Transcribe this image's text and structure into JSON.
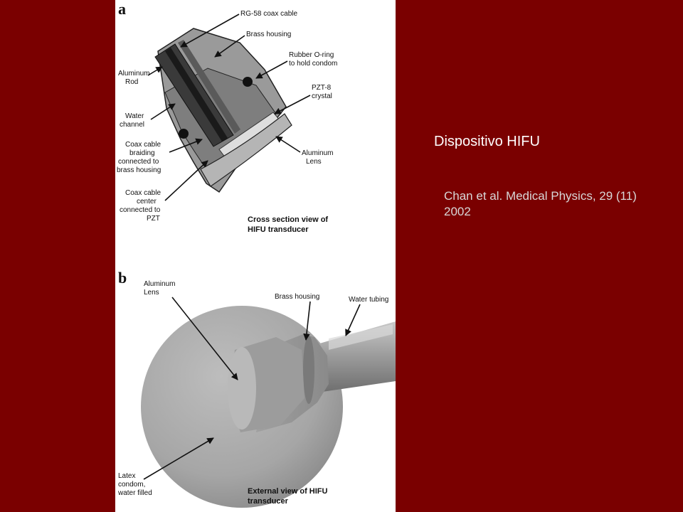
{
  "slide": {
    "title": "Dispositivo HIFU",
    "citation": "Chan et al. Medical Physics, 29 (11) 2002"
  },
  "figure": {
    "panel_a": {
      "letter": "a",
      "labels": {
        "rg58": "RG-58 coax cable",
        "brass": "Brass housing",
        "oring_1": "Rubber O-ring",
        "oring_2": "to hold condom",
        "alrod_1": "Aluminum",
        "alrod_2": "Rod",
        "pzt_1": "PZT-8",
        "pzt_2": "crystal",
        "water_1": "Water",
        "water_2": "channel",
        "braid_1": "Coax cable",
        "braid_2": "braiding",
        "braid_3": "connected to",
        "braid_4": "brass housing",
        "center_1": "Coax cable",
        "center_2": "center",
        "center_3": "connected to",
        "center_4": "PZT",
        "lens_1": "Aluminum",
        "lens_2": "Lens"
      },
      "caption_1": "Cross section view of",
      "caption_2": "HIFU transducer"
    },
    "panel_b": {
      "letter": "b",
      "labels": {
        "lens_1": "Aluminum",
        "lens_2": "Lens",
        "brass": "Brass housing",
        "tubing": "Water tubing",
        "latex_1": "Latex",
        "latex_2": "condom,",
        "latex_3": "water filled"
      },
      "caption_1": "External view of HIFU",
      "caption_2": "transducer"
    }
  }
}
